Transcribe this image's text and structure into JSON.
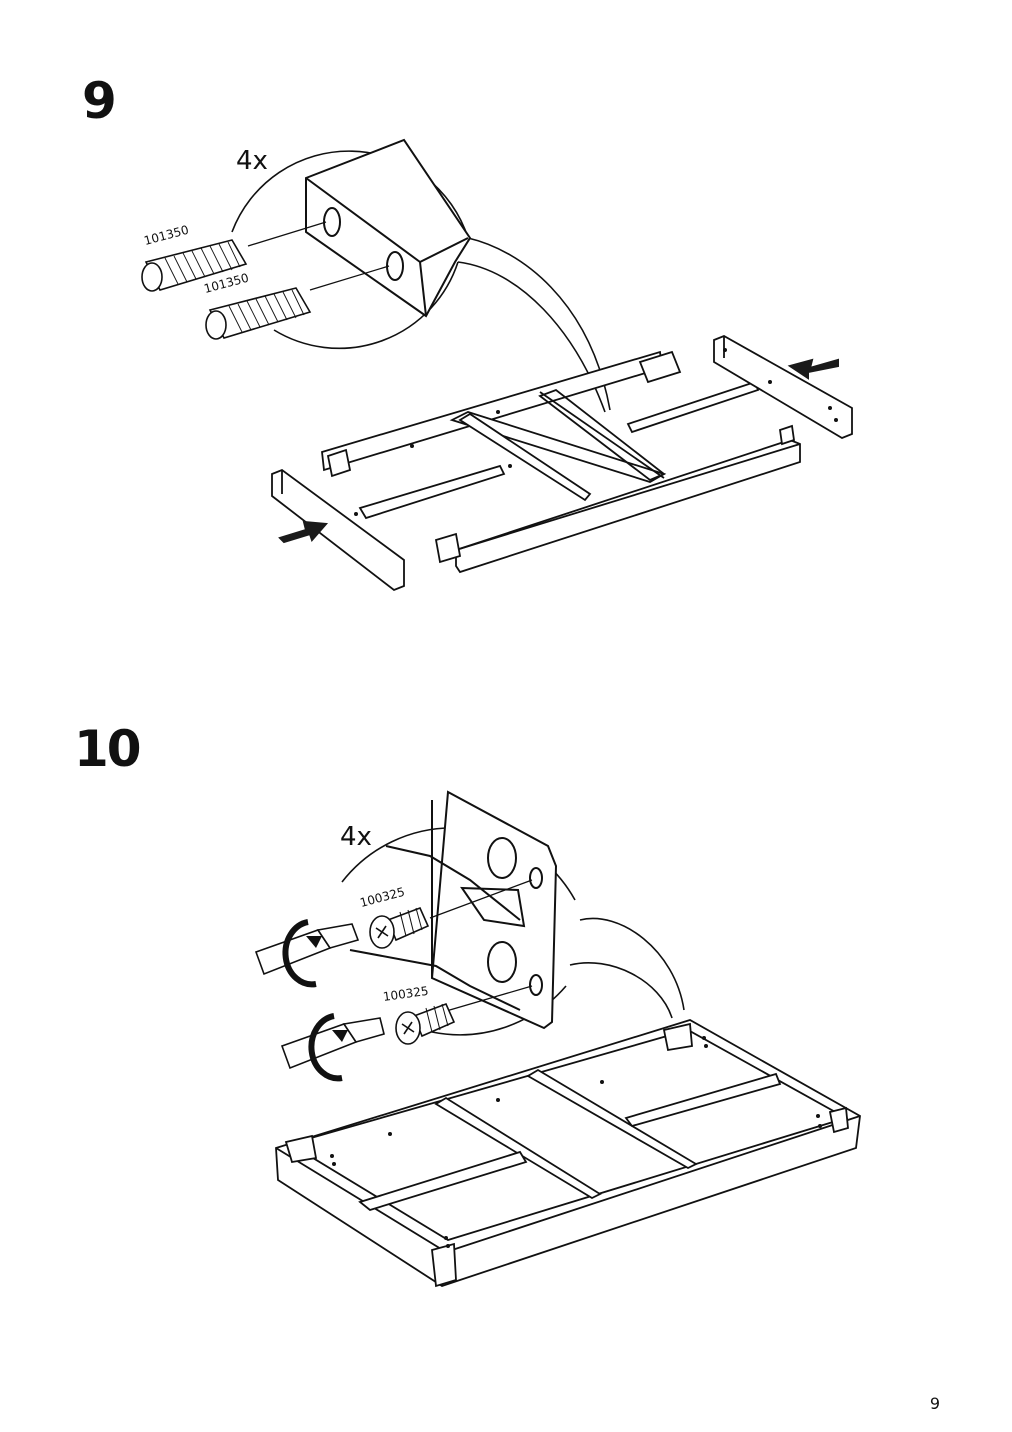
{
  "steps": [
    {
      "number": "9",
      "quantity": "4x",
      "parts": [
        "101350",
        "101350"
      ]
    },
    {
      "number": "10",
      "quantity": "4x",
      "parts": [
        "100325",
        "100325"
      ]
    }
  ],
  "page": {
    "number": "9"
  },
  "colors": {
    "ink": "#111111",
    "paper": "#ffffff",
    "arrow": "#1a1a1a"
  },
  "icons": [
    "dowel-icon",
    "screw-icon",
    "screwdriver-icon",
    "rotation-arrow-icon",
    "push-arrow-icon"
  ]
}
